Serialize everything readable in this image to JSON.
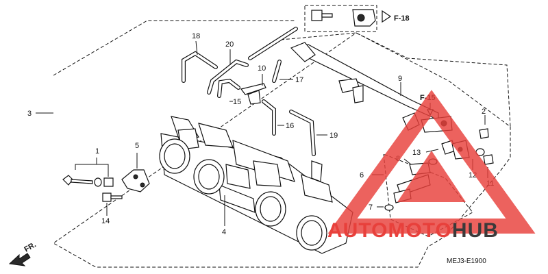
{
  "diagram": {
    "part_labels": {
      "l1": "1",
      "l2": "2",
      "l3": "3",
      "l4": "4",
      "l5": "5",
      "l6": "6",
      "l7": "7",
      "l8": "8",
      "l9": "9",
      "l10": "10",
      "l11": "11",
      "l12": "12",
      "l13": "13",
      "l14": "14",
      "l15": "15",
      "l16": "16",
      "l17": "17",
      "l18": "18",
      "l19": "19",
      "l20": "20"
    },
    "refs": {
      "f18": "F-18",
      "f15": "F-15"
    },
    "front_marker": "FR.",
    "diagram_code": "MEJ3-E1900"
  },
  "watermark": {
    "text_red": "AUTOMOTO",
    "text_dark": "HUB",
    "color_red": "#e8403b",
    "color_dark": "#3a3a3a"
  }
}
